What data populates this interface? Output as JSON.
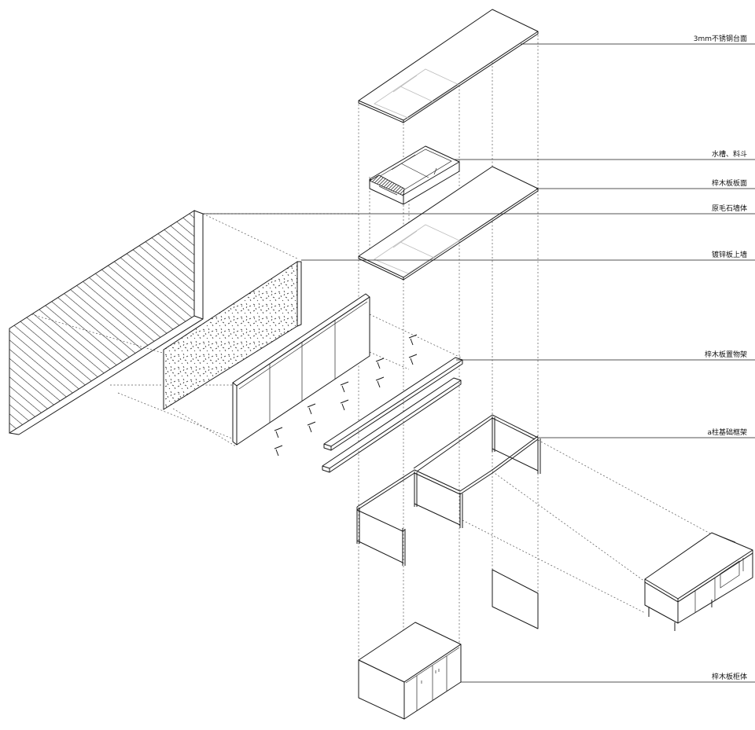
{
  "labels": [
    "3mm不锈钢台面",
    "水槽、料斗",
    "梓木板板面",
    "原毛石墙体",
    "镀锌板上墙",
    "梓木板置物架",
    "a柱基础框架",
    "梓木板柜体"
  ],
  "colors": {
    "line": "#1a1a1a",
    "dash": "#555555",
    "background": "#ffffff"
  }
}
